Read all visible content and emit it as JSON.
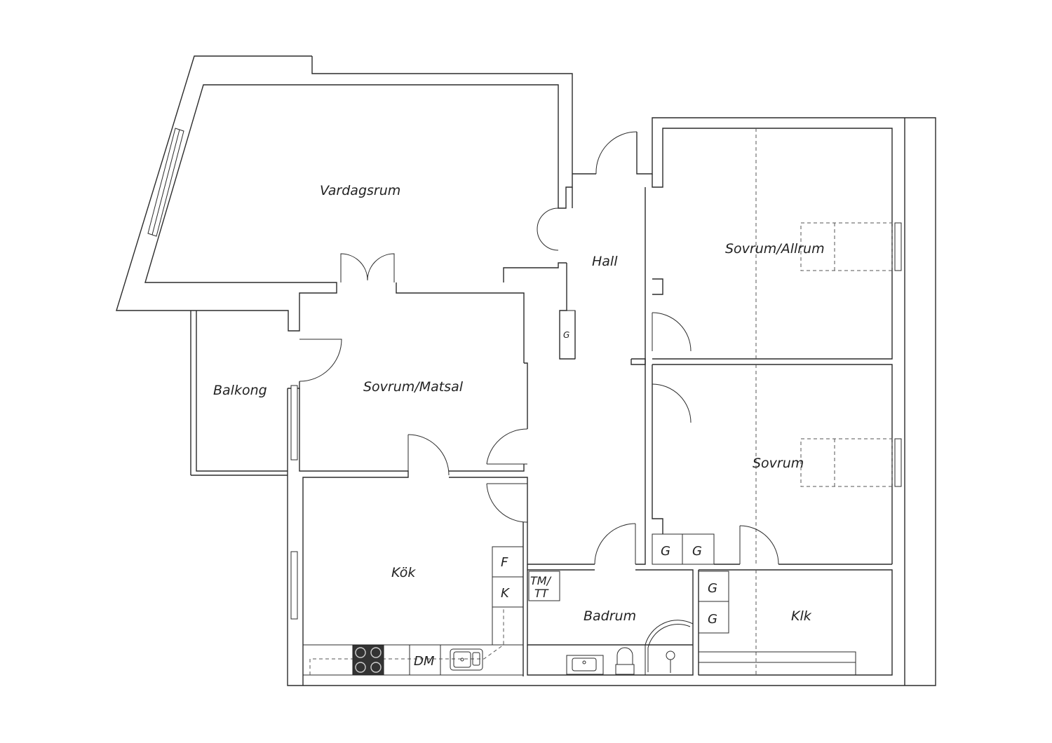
{
  "rooms": {
    "vardagsrum": "Vardagsrum",
    "hall": "Hall",
    "sovrum_allrum": "Sovrum/Allrum",
    "balkong": "Balkong",
    "sovrum_matsal": "Sovrum/Matsal",
    "sovrum": "Sovrum",
    "kok": "Kök",
    "badrum": "Badrum",
    "klk": "Klk"
  },
  "fixtures": {
    "hall_closet": "G",
    "closet_g": "G",
    "fridge": "F",
    "freezer": "K",
    "dishwasher": "DM",
    "washer_line1": "TM/",
    "washer_line2": "TT"
  },
  "colors": {
    "line": "#2b2b2b",
    "stove": "#333333",
    "background": "#ffffff"
  }
}
